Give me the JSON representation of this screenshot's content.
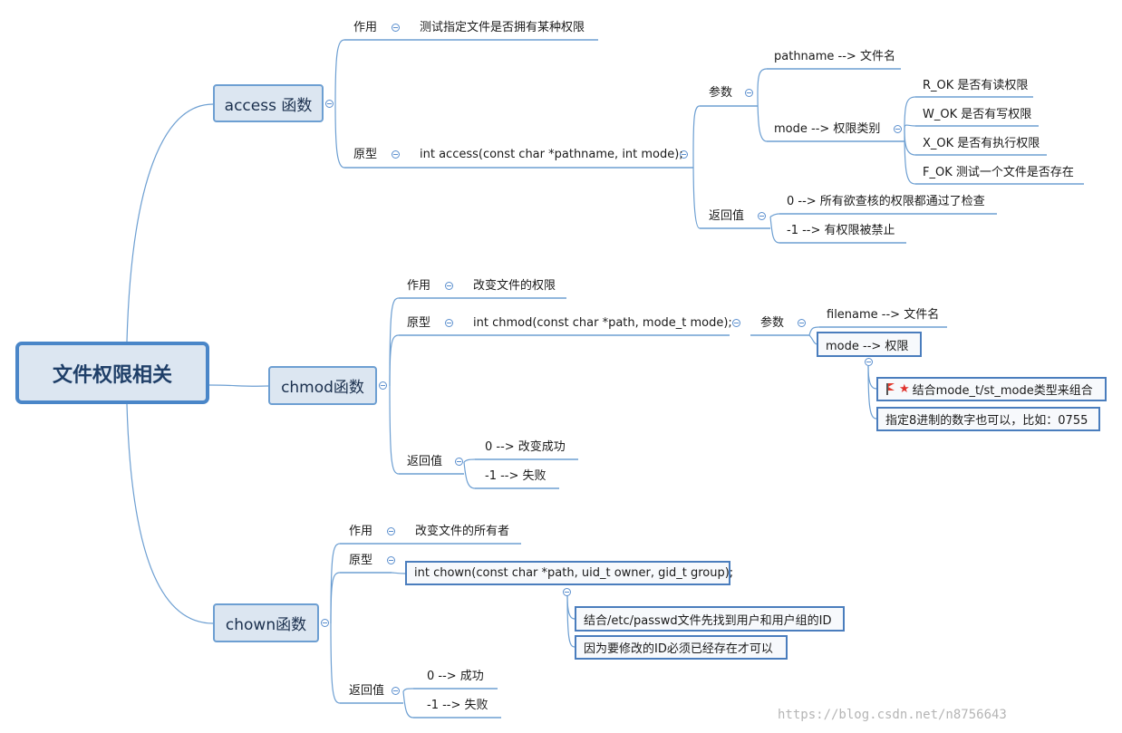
{
  "root": "文件权限相关",
  "access": {
    "title": "access 函数",
    "zuoyong_label": "作用",
    "zuoyong_text": "测试指定文件是否拥有某种权限",
    "yuanxing_label": "原型",
    "yuanxing_text": "int access(const char *pathname, int mode);",
    "canshu_label": "参数",
    "p_pathname": "pathname --> 文件名",
    "p_mode": "mode --> 权限类别",
    "modes": [
      "R_OK 是否有读权限",
      "W_OK 是否有写权限",
      "X_OK 是否有执行权限",
      "F_OK 测试一个文件是否存在"
    ],
    "fanhui_label": "返回值",
    "ret0": "0 --> 所有欲查核的权限都通过了检查",
    "ret1": "-1 --> 有权限被禁止"
  },
  "chmod": {
    "title": "chmod函数",
    "zuoyong_label": "作用",
    "zuoyong_text": "改变文件的权限",
    "yuanxing_label": "原型",
    "yuanxing_text": "int chmod(const char *path, mode_t mode);",
    "canshu_label": "参数",
    "p_filename": "filename --> 文件名",
    "p_mode": "mode --> 权限",
    "note1": "结合mode_t/st_mode类型来组合",
    "note2": "指定8进制的数字也可以，比如：0755",
    "fanhui_label": "返回值",
    "ret0": "0 --> 改变成功",
    "ret1": "-1 --> 失败"
  },
  "chown": {
    "title": "chown函数",
    "zuoyong_label": "作用",
    "zuoyong_text": "改变文件的所有者",
    "yuanxing_label": "原型",
    "yuanxing_text": "int chown(const char *path, uid_t owner, gid_t group);",
    "note1": "结合/etc/passwd文件先找到用户和用户组的ID",
    "note2": "因为要修改的ID必须已经存在才可以",
    "fanhui_label": "返回值",
    "ret0": "0 --> 成功",
    "ret1": "-1 --> 失败"
  },
  "watermark": "https://blog.csdn.net/n8756643",
  "colors": {
    "line": "#6d9fd2",
    "node_fill": "#dce6f1",
    "node_border": "#4a86c8",
    "flag": "#e23b2e"
  },
  "icons": [
    "collapse-icon",
    "flag-icon",
    "star-icon"
  ]
}
